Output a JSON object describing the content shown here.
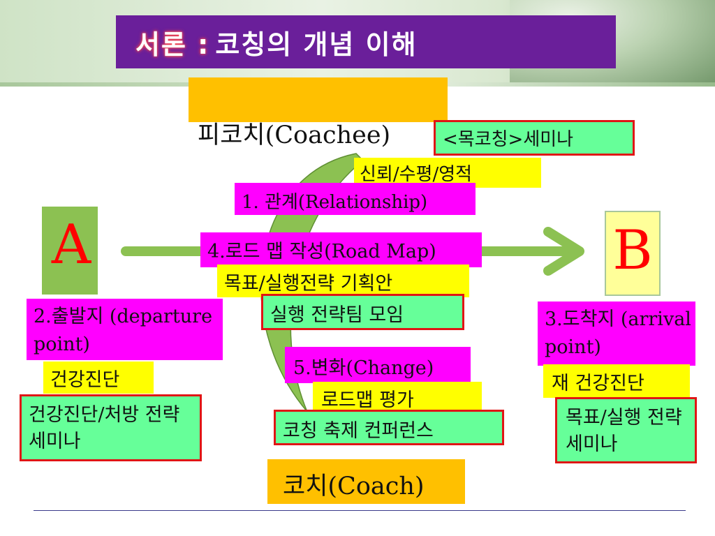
{
  "title": {
    "part1": "서론 :",
    "part2": "코칭의 개념 이해"
  },
  "coachee": "피코치(Coachee)",
  "coach": "코치(Coach)",
  "point_a": "A",
  "point_b": "B",
  "seminar_mok": "<목코칭>세미나",
  "trust": "신뢰/수평/영적",
  "relationship": "1. 관계(Relationship)",
  "roadmap": "4.로드 맵 작성(Road Map)",
  "goal_plan": "목표/실행전략 기획안",
  "team_meeting": "실행 전략팀 모임",
  "departure": "2.출발지 (departure point)",
  "health_check": "건강진단",
  "health_seminar": "건강진단/처방 전략 세미나",
  "change": "5.변화(Change)",
  "roadmap_eval": "로드맵 평가",
  "festival": "코칭 축제 컨퍼런스",
  "arrival": "3.도착지 (arrival point)",
  "recheck": "재 건강진단",
  "goal_seminar": "목표/실행 전략세미나",
  "colors": {
    "purple": "#6a1f9a",
    "magenta": "#ff00ff",
    "yellow": "#ffff00",
    "green_box": "#66ff99",
    "orange": "#ffc000",
    "leaf": "#8cc152",
    "red": "#e01515"
  }
}
